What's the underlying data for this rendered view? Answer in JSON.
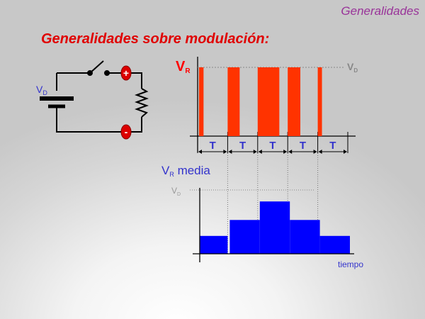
{
  "header": {
    "section": "Generalidades"
  },
  "title": "Generalidades sobre modulación:",
  "circuit": {
    "source_label": "V",
    "source_sub": "D",
    "plus": "+",
    "minus": "-"
  },
  "pulse_chart": {
    "ylabel": "V",
    "ylabel_sub": "R",
    "ref_label": "V",
    "ref_sub": "D",
    "period_label": "T",
    "periods": 5,
    "duty_cycles": [
      0.15,
      0.4,
      0.72,
      0.42,
      0.14
    ],
    "color": "#ff3300"
  },
  "mean_chart": {
    "ylabel": "V",
    "ylabel_sub": "R",
    "ylabel_rest": " media",
    "ref_label": "V",
    "ref_sub": "D",
    "xlabel": "tiempo",
    "values": [
      0.28,
      0.53,
      0.82,
      0.53,
      0.28
    ],
    "color": "#0000ff"
  }
}
